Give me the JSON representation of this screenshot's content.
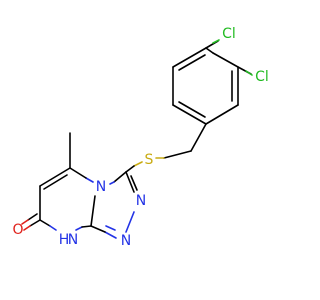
{
  "molecule": {
    "atoms": {
      "cl_top": {
        "label": "Cl",
        "color": "#22bb22"
      },
      "cl_right": {
        "label": "Cl",
        "color": "#22bb22"
      },
      "sulfur": {
        "label": "S",
        "color": "#c9ac13"
      },
      "n_bridge": {
        "label": "N",
        "color": "#2333e6"
      },
      "n_ring_a": {
        "label": "N",
        "color": "#2333e6"
      },
      "n_ring_b": {
        "label": "N",
        "color": "#2333e6"
      },
      "nh": {
        "label": "N",
        "color": "#2333e6"
      },
      "nh_h": {
        "label": "H",
        "color": "#2333e6"
      },
      "oxygen": {
        "label": "O",
        "color": "#e0201a"
      }
    }
  }
}
